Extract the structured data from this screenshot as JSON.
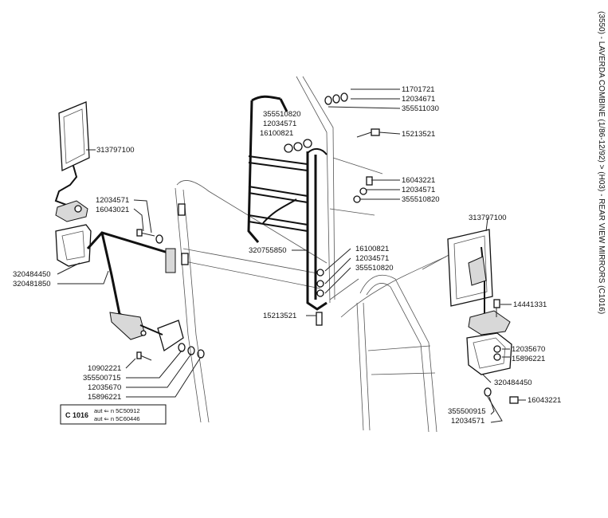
{
  "title": "(3550) - LAVERDA COMBINE (1/86-12/92) > (H03) - REAR VIEW MIRRORS (C1016)",
  "part_numbers": {
    "left_mirror": "313797100",
    "left_bolt_a": "12034571",
    "left_bolt_b": "16043021",
    "left_bracket": "320484450",
    "left_arm": "320481850",
    "left_lower_1": "10902221",
    "left_lower_2": "355500715",
    "left_lower_3": "12035670",
    "left_lower_4": "15896221",
    "top_1": "11701721",
    "top_2": "12034671",
    "top_3": "355511030",
    "ladder_1": "355510820",
    "ladder_2": "12034571",
    "ladder_3": "16100821",
    "ladder_bolt": "15213521",
    "mid_1": "16043221",
    "mid_2": "12034571",
    "mid_3": "355510820",
    "ladder": "320755850",
    "low_1": "16100821",
    "low_2": "12034571",
    "low_3": "355510820",
    "bottom_bolt": "15213521",
    "right_mirror": "313797100",
    "right_screw": "14441331",
    "right_1": "12035670",
    "right_2": "15896221",
    "right_bracket": "320484450",
    "right_bolt": "16043221",
    "right_low_1": "355500915",
    "right_low_2": "12034571"
  },
  "box": {
    "code": "C 1016",
    "line1": "aut  ⇐ n  5C50912",
    "line2": "aut  ⇐ n  5C60446"
  }
}
